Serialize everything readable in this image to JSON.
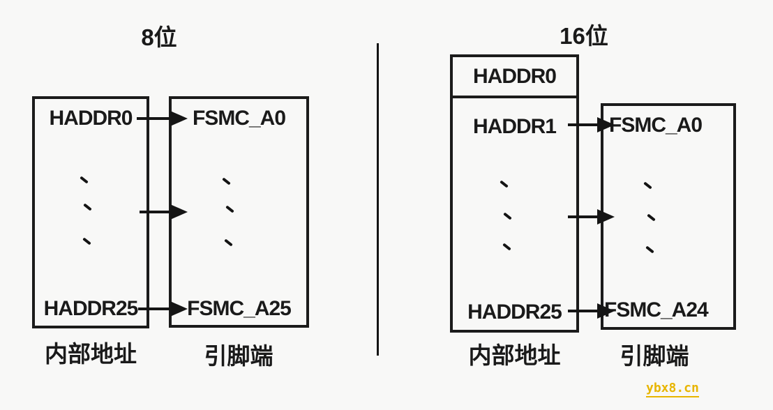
{
  "colors": {
    "background": "#f8f8f7",
    "line": "#1b1b1b",
    "text": "#1a1a1a",
    "watermark": "#e8b500"
  },
  "diagrams": [
    {
      "title": "8位",
      "internal": {
        "entries": {
          "top": "HADDR0",
          "bottom": "HADDR25"
        },
        "label": "内部地址"
      },
      "pins": {
        "entries": {
          "top": "FSMC_A0",
          "bottom": "FSMC_A25"
        },
        "label": "引脚端"
      }
    },
    {
      "title": "16位",
      "internal": {
        "header": "HADDR0",
        "entries": {
          "top": "HADDR1",
          "bottom": "HADDR25"
        },
        "label": "内部地址"
      },
      "pins": {
        "entries": {
          "top": "FSMC_A0",
          "bottom": "FSMC_A24"
        },
        "label": "引脚端"
      }
    }
  ],
  "watermark": {
    "text": "ybx8.cn"
  }
}
